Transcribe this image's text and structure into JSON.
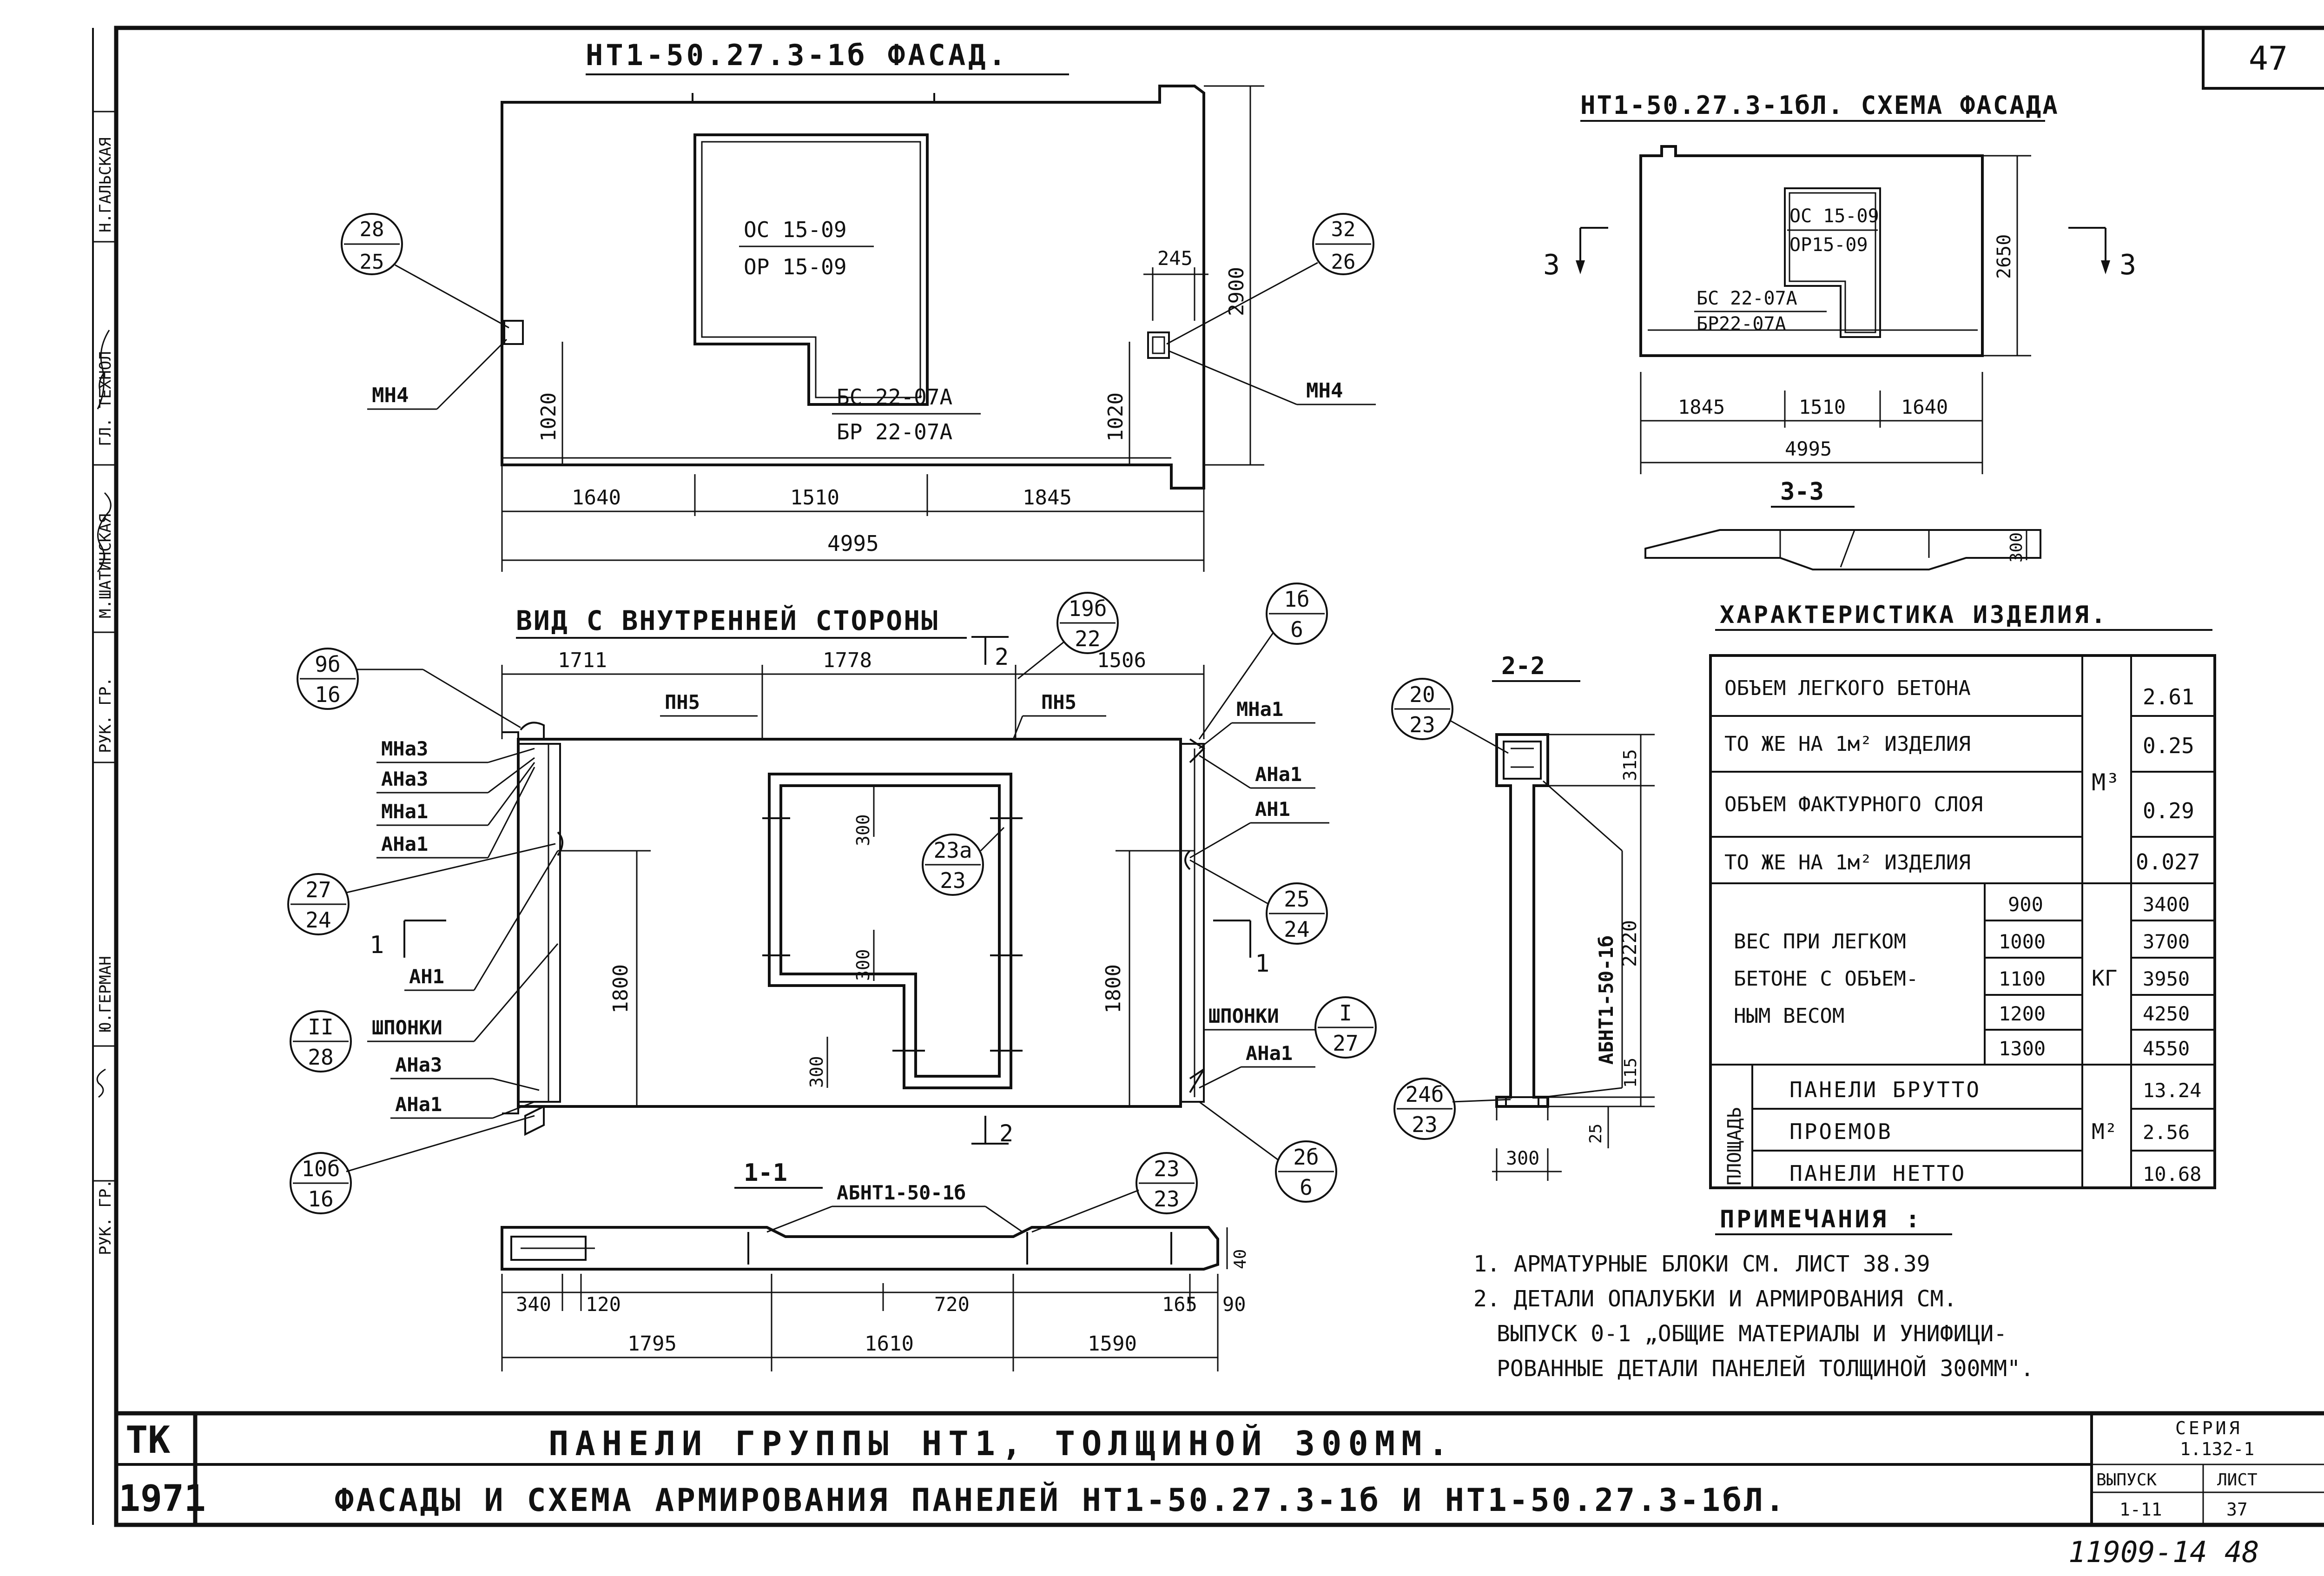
{
  "sheet": {
    "number": "47",
    "stamp_number": "11909-14 48"
  },
  "left_stamp": {
    "rows": [
      "Н.ГАЛЬСКАЯ",
      "ГЛ. ТЕХНОЛ",
      "М.ШАТИНСКАЯ",
      "РУК. ГР.",
      "Ю.ГЕРМАН",
      "РУК. ГР."
    ]
  },
  "facade": {
    "title": "НТ1-50.27.3-1б  ФАСАД.",
    "window_top": "ОС 15-09",
    "window_bottom": "ОР 15-09",
    "door_top": "БС 22-07А",
    "door_bottom": "БР 22-07А",
    "left_callout_top": "28",
    "left_callout_bottom": "25",
    "right_callout_top": "32",
    "right_callout_bottom": "26",
    "left_mark": "МН4",
    "right_mark": "МН4",
    "dim_245": "245",
    "dim_height": "2900",
    "dim_left_1020": "1020",
    "dim_right_1020": "1020",
    "dims_bottom": [
      "1640",
      "1510",
      "1845"
    ],
    "dim_total": "4995"
  },
  "scheme": {
    "title": "НТ1-50.27.3-1бЛ. СХЕМА ФАСАДА",
    "window_top": "ОС 15-09",
    "window_bottom": "ОР15-09",
    "door_top": "БС 22-07А",
    "door_bottom": "БР22-07А",
    "section_left": "3",
    "section_right": "3",
    "dim_height": "2650",
    "dims_bottom": [
      "1845",
      "1510",
      "1640"
    ],
    "dim_total": "4995",
    "section_title": "3-3",
    "section_dim": "300"
  },
  "inner_view": {
    "title": "ВИД С ВНУТРЕННЕЙ СТОРОНЫ",
    "dims_top": [
      "1711",
      "1778",
      "1506"
    ],
    "pn_left": "ПН5",
    "pn_right": "ПН5",
    "callout_9b_top": "9б",
    "callout_9b_bottom": "16",
    "callout_19b_top": "19б",
    "callout_19b_bottom": "22",
    "callout_1b_top": "1б",
    "callout_1b_bottom": "6",
    "callout_27_top": "27",
    "callout_27_bottom": "24",
    "callout_ii_top": "II",
    "callout_ii_bottom": "28",
    "callout_10b_top": "10б",
    "callout_10b_bottom": "16",
    "callout_23a_top": "23а",
    "callout_23a_bottom": "23",
    "callout_25_top": "25",
    "callout_25_bottom": "24",
    "callout_i_top": "I",
    "callout_i_bottom": "27",
    "callout_2b_top": "2б",
    "callout_2b_bottom": "6",
    "left_labels": [
      "МНа3",
      "АНа3",
      "МНа1",
      "АНа1",
      "АН1",
      "ШПОНКИ",
      "АНа3",
      "АНа1"
    ],
    "right_labels": [
      "МНа1",
      "АНа1",
      "АН1",
      "ШПОНКИ",
      "АНа1"
    ],
    "dim_left_1800": "1800",
    "dim_right_1800": "1800",
    "dim_300_a": "300",
    "dim_300_b": "300",
    "dim_300_c": "300",
    "section_1_left": "1",
    "section_1_right": "1",
    "section_2_top": "2",
    "section_2_bottom": "2"
  },
  "section_1": {
    "title": "1-1",
    "label": "АБНТ1-50-1б",
    "callout_top": "23",
    "callout_bottom": "23",
    "dims_upper": [
      "340",
      "120",
      "720",
      "165",
      "90"
    ],
    "dim_40": "40",
    "dims_lower": [
      "1795",
      "1610",
      "1590"
    ]
  },
  "section_2": {
    "title": "2-2",
    "callout_20_top": "20",
    "callout_20_bottom": "23",
    "callout_24b_top": "24б",
    "callout_24b_bottom": "23",
    "label": "АБНТ1-50-1б",
    "dim_315": "315",
    "dim_2220": "2220",
    "dim_115": "115",
    "dim_25": "25",
    "dim_300": "300"
  },
  "characteristics": {
    "title": "ХАРАКТЕРИСТИКА ИЗДЕЛИЯ.",
    "rows_volume": [
      {
        "label": "ОБЪЕМ ЛЕГКОГО БЕТОНА",
        "value": "2.61"
      },
      {
        "label": "ТО ЖЕ НА 1м² ИЗДЕЛИЯ",
        "value": "0.25"
      },
      {
        "label": "ОБЪЕМ ФАКТУРНОГО СЛОЯ",
        "value": "0.29"
      },
      {
        "label": "ТО ЖЕ НА 1м² ИЗДЕЛИЯ",
        "value": "0.027"
      }
    ],
    "unit_volume": "М³",
    "weight_label": [
      "ВЕС ПРИ ЛЕГКОМ",
      "БЕТОНЕ С ОБЪЕМ-",
      "НЫМ ВЕСОМ"
    ],
    "weight_rows": [
      {
        "density": "900",
        "value": "3400"
      },
      {
        "density": "1000",
        "value": "3700"
      },
      {
        "density": "1100",
        "value": "3950"
      },
      {
        "density": "1200",
        "value": "4250"
      },
      {
        "density": "1300",
        "value": "4550"
      }
    ],
    "unit_weight": "КГ",
    "area_label": "ПЛОЩАДЬ",
    "area_rows": [
      {
        "label": "ПАНЕЛИ БРУТТО",
        "value": "13.24"
      },
      {
        "label": "ПРОЕМОВ",
        "value": "2.56"
      },
      {
        "label": "ПАНЕЛИ НЕТТО",
        "value": "10.68"
      }
    ],
    "unit_area": "М²"
  },
  "notes": {
    "title": "ПРИМЕЧАНИЯ :",
    "lines": [
      "1. АРМАТУРНЫЕ БЛОКИ СМ. ЛИСТ 38.39",
      "2. ДЕТАЛИ ОПАЛУБКИ И АРМИРОВАНИЯ СМ.",
      "ВЫПУСК 0-1 „ОБЩИЕ МАТЕРИАЛЫ И УНИФИЦИ-",
      "РОВАННЫЕ ДЕТАЛИ ПАНЕЛЕЙ ТОЛЩИНОЙ 300ММ\"."
    ]
  },
  "title_block": {
    "org": "ТК",
    "year": "1971",
    "line1": "ПАНЕЛИ   ГРУППЫ НТ1,  ТОЛЩИНОЙ   300ММ.",
    "line2": "ФАСАДЫ И  СХЕМА  АРМИРОВАНИЯ ПАНЕЛЕЙ НТ1-50.27.3-1б И НТ1-50.27.3-1бЛ.",
    "series_label": "СЕРИЯ",
    "series_value": "1.132-1",
    "issue_label": "ВЫПУСК",
    "issue_value": "1-11",
    "sheet_label": "ЛИСТ",
    "sheet_value": "37"
  }
}
